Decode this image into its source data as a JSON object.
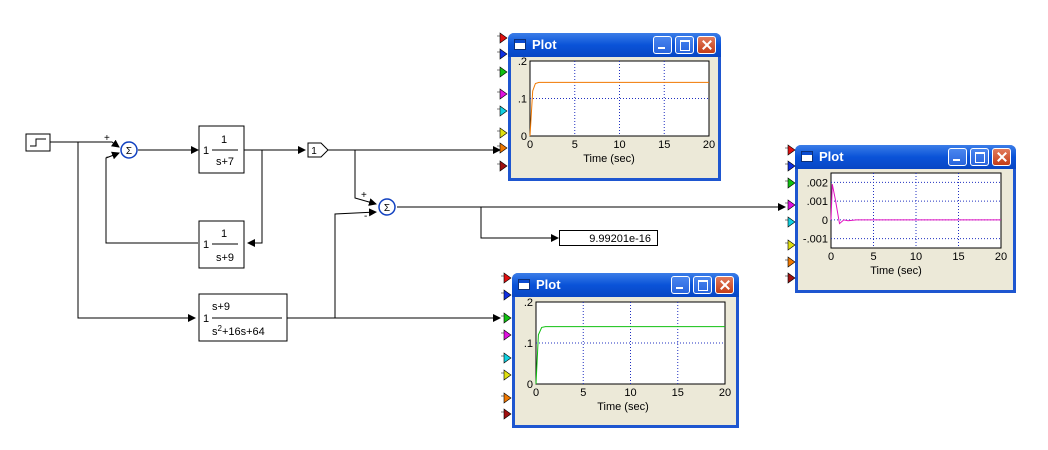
{
  "diagram": {
    "transfer_functions": [
      {
        "gain": "1",
        "num": "1",
        "den": "s+7"
      },
      {
        "gain": "1",
        "num": "1",
        "den": "s+9"
      },
      {
        "gain": "1",
        "num": "s+9",
        "den_s2": "s",
        "den_exp": "2",
        "den_rest": "+16s+64"
      }
    ],
    "gain_block": "1",
    "sum1_signs": [
      "+",
      "-"
    ],
    "sum2_signs": [
      "+",
      "-"
    ],
    "sum_symbol": "Σ",
    "display_value": "9.99201e-16"
  },
  "plots": [
    {
      "title": "Plot",
      "xlabel": "Time (sec)",
      "xticks": [
        "0",
        "5",
        "10",
        "15",
        "20"
      ],
      "yticks": [
        ".2",
        ".1",
        "0"
      ],
      "color": "#f07800",
      "port_colors": [
        "#e01010",
        "#1030e0",
        "#10c010",
        "#e010e0",
        "#10d0e0",
        "#e0e010",
        "#f07800",
        "#a01010"
      ]
    },
    {
      "title": "Plot",
      "xlabel": "Time (sec)",
      "xticks": [
        "0",
        "5",
        "10",
        "15",
        "20"
      ],
      "yticks": [
        ".002",
        ".001",
        "0",
        "-.001"
      ],
      "color": "#e010c0",
      "port_colors": [
        "#e01010",
        "#1030e0",
        "#10c010",
        "#e010e0",
        "#10d0e0",
        "#e0e010",
        "#f07800",
        "#a01010"
      ]
    },
    {
      "title": "Plot",
      "xlabel": "Time (sec)",
      "xticks": [
        "0",
        "5",
        "10",
        "15",
        "20"
      ],
      "yticks": [
        ".2",
        ".1",
        "0"
      ],
      "color": "#10c010",
      "port_colors": [
        "#e01010",
        "#1030e0",
        "#10c010",
        "#e010e0",
        "#10d0e0",
        "#e0e010",
        "#f07800",
        "#a01010"
      ]
    }
  ],
  "chart_data": [
    {
      "type": "line",
      "title": "Plot",
      "xlabel": "Time (sec)",
      "ylabel": "",
      "xlim": [
        0,
        20
      ],
      "ylim": [
        0,
        0.2
      ],
      "series": [
        {
          "x": [
            0,
            0.3,
            0.6,
            1,
            20
          ],
          "y": [
            0,
            0.12,
            0.14,
            0.143,
            0.143
          ]
        }
      ]
    },
    {
      "type": "line",
      "title": "Plot",
      "xlabel": "Time (sec)",
      "ylabel": "",
      "xlim": [
        0,
        20
      ],
      "ylim": [
        -0.0015,
        0.0025
      ],
      "series": [
        {
          "x": [
            0,
            0.15,
            0.5,
            1,
            1.5,
            2,
            3,
            20
          ],
          "y": [
            0,
            0.0019,
            0.0011,
            -0.0002,
            0.0,
            -5e-05,
            0,
            0
          ]
        }
      ]
    },
    {
      "type": "line",
      "title": "Plot",
      "xlabel": "Time (sec)",
      "ylabel": "",
      "xlim": [
        0,
        20
      ],
      "ylim": [
        0,
        0.2
      ],
      "series": [
        {
          "x": [
            0,
            0.25,
            0.6,
            1,
            20
          ],
          "y": [
            0,
            0.12,
            0.138,
            0.14,
            0.14
          ]
        }
      ]
    }
  ]
}
